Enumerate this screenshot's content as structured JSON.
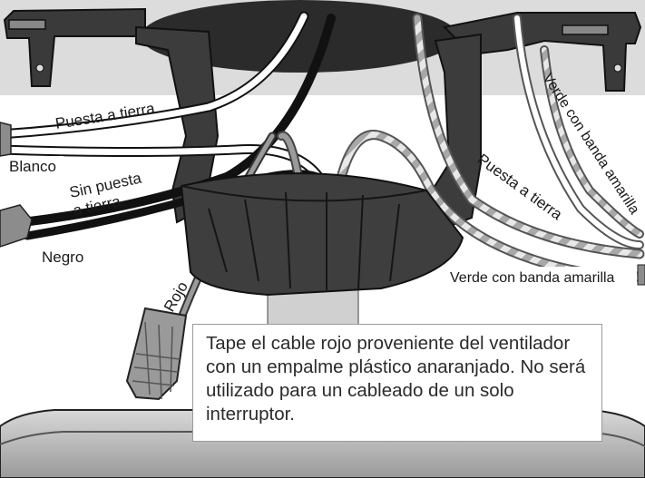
{
  "labels": {
    "ground_left": "Puesta a tierra",
    "white": "Blanco",
    "ungrounded_line1": "Sin puesta",
    "ungrounded_line2": "a tierra",
    "black": "Negro",
    "red": "Rojo",
    "ground_right": "Puesta a tierra",
    "green_yellow_vertical": "Verde con banda amarilla",
    "green_yellow_horizontal": "Verde con banda amarilla"
  },
  "note": {
    "text": "Tape el cable rojo proveniente del ventilador con un empalme plástico anaranjado. No será utilizado para un cableado de un solo interruptor."
  },
  "colors": {
    "ceiling": "#dcdcdc",
    "bracket": "#2e2e2e",
    "canopy": "#3a3a3a",
    "wire_black": "#111111",
    "wire_white": "#ffffff",
    "wire_gray": "#9a9a9a",
    "connector": "#8c8c8c"
  }
}
